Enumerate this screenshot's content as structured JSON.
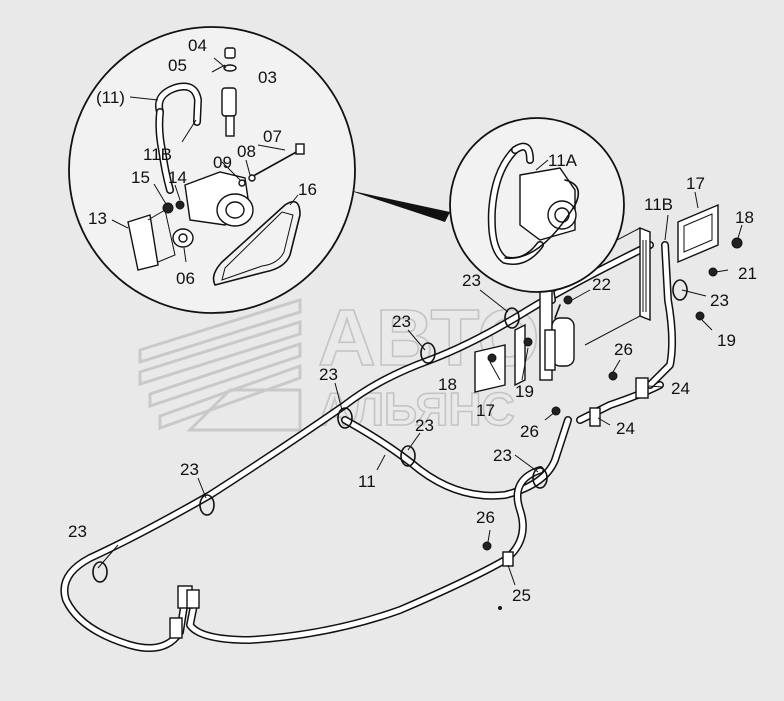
{
  "watermark": {
    "line1": "АВТО",
    "line2": "АЛЬЯНС"
  },
  "labels": [
    {
      "id": "l04",
      "text": "04"
    },
    {
      "id": "l05",
      "text": "05"
    },
    {
      "id": "l03",
      "text": "03"
    },
    {
      "id": "l11p",
      "text": "(11)"
    },
    {
      "id": "l11b_d",
      "text": "11B"
    },
    {
      "id": "l07",
      "text": "07"
    },
    {
      "id": "l08",
      "text": "08"
    },
    {
      "id": "l09",
      "text": "09"
    },
    {
      "id": "l15",
      "text": "15"
    },
    {
      "id": "l14",
      "text": "14"
    },
    {
      "id": "l16",
      "text": "16"
    },
    {
      "id": "l13",
      "text": "13"
    },
    {
      "id": "l06",
      "text": "06"
    },
    {
      "id": "l11a",
      "text": "11A"
    },
    {
      "id": "l11b",
      "text": "11B"
    },
    {
      "id": "l17a",
      "text": "17"
    },
    {
      "id": "l18a",
      "text": "18"
    },
    {
      "id": "l21",
      "text": "21"
    },
    {
      "id": "l23a",
      "text": "23"
    },
    {
      "id": "l22",
      "text": "22"
    },
    {
      "id": "l23b",
      "text": "23"
    },
    {
      "id": "l19a",
      "text": "19"
    },
    {
      "id": "l23c",
      "text": "23"
    },
    {
      "id": "l26a",
      "text": "26"
    },
    {
      "id": "l18b",
      "text": "18"
    },
    {
      "id": "l19b",
      "text": "19"
    },
    {
      "id": "l24a",
      "text": "24"
    },
    {
      "id": "l23d",
      "text": "23"
    },
    {
      "id": "l17b",
      "text": "17"
    },
    {
      "id": "l23e",
      "text": "23"
    },
    {
      "id": "l26b",
      "text": "26"
    },
    {
      "id": "l24b",
      "text": "24"
    },
    {
      "id": "l11",
      "text": "11"
    },
    {
      "id": "l23f",
      "text": "23"
    },
    {
      "id": "l23g",
      "text": "23"
    },
    {
      "id": "l23h",
      "text": "23"
    },
    {
      "id": "l26c",
      "text": "26"
    },
    {
      "id": "l25",
      "text": "25"
    }
  ]
}
